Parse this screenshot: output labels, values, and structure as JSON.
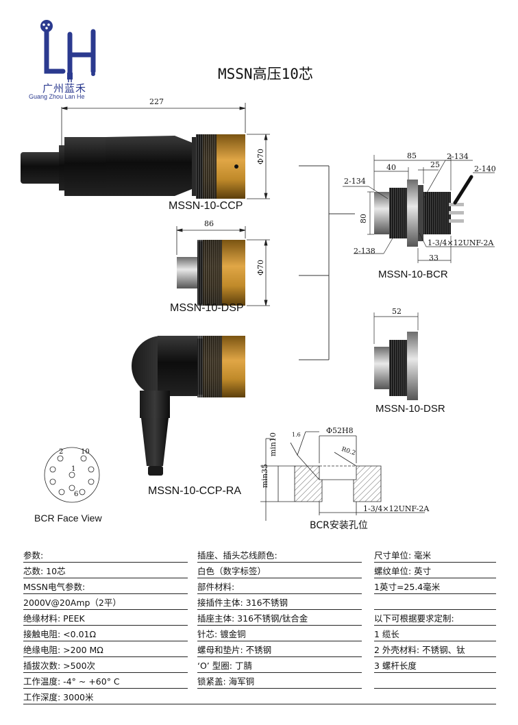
{
  "logo": {
    "mark": "LH",
    "name_cn": "广州蓝禾",
    "name_en": "Guang Zhou Lan He"
  },
  "title": "MSSN高压10芯",
  "products": {
    "ccp": {
      "label": "MSSN-10-CCP",
      "length": "227",
      "diameter": "Φ70"
    },
    "dsp": {
      "label": "MSSN-10-DSP",
      "length": "86",
      "diameter": "Φ70"
    },
    "ccp_ra": {
      "label": "MSSN-10-CCP-RA"
    },
    "bcr": {
      "label": "MSSN-10-BCR",
      "dims": {
        "d85": "85",
        "d40": "40",
        "d25": "25",
        "d80": "80",
        "d33": "33",
        "o2_134_a": "2-134",
        "o2_134_b": "2-134",
        "o2_140": "2-140",
        "o2_138": "2-138",
        "thread": "1-3/4×12UNF-2A"
      }
    },
    "dsr": {
      "label": "MSSN-10-DSR",
      "dims": {
        "d52": "52"
      }
    }
  },
  "face_view": {
    "label": "BCR  Face  View",
    "pins": {
      "p2": "2",
      "p10": "10",
      "p1": "1",
      "p6": "6"
    }
  },
  "mounting": {
    "label": "BCR安装孔位",
    "bore": "Φ52H8",
    "rough": "1.6",
    "radius": "R0.2",
    "min10": "min10",
    "min35": "min35",
    "thread": "1-3/4×12UNF-2A"
  },
  "specs": {
    "col1": [
      "参数:",
      "芯数: 10芯",
      "MSSN电气参数:",
      "2000V@20Amp（2平）",
      "绝缘材料: PEEK",
      "接触电阻: <0.01Ω",
      "绝缘电阻: >200 MΩ",
      "插拔次数: >500次",
      "工作温度: -4° ~ +60° C",
      "工作深度: 3000米"
    ],
    "col2": [
      "插座、插头芯线颜色:",
      "白色（数字标签）",
      "部件材料:",
      "接插件主体: 316不锈钢",
      "插座主体: 316不锈钢/钛合金",
      "针芯: 镀金铜",
      "螺母和垫片: 不锈钢",
      "‘O’ 型圈: 丁腈",
      "锁紧盖: 海军铜"
    ],
    "col3": [
      "尺寸单位: 毫米",
      "螺纹单位: 英寸",
      "1英寸=25.4毫米",
      "",
      "以下可根据要求定制:",
      "1 缆长",
      "2 外壳材料: 不锈钢、钛",
      "3 螺杆长度"
    ]
  },
  "colors": {
    "brand": "#2b3a8f",
    "brass": "#c08a2a",
    "body": "#1a1a1a"
  }
}
